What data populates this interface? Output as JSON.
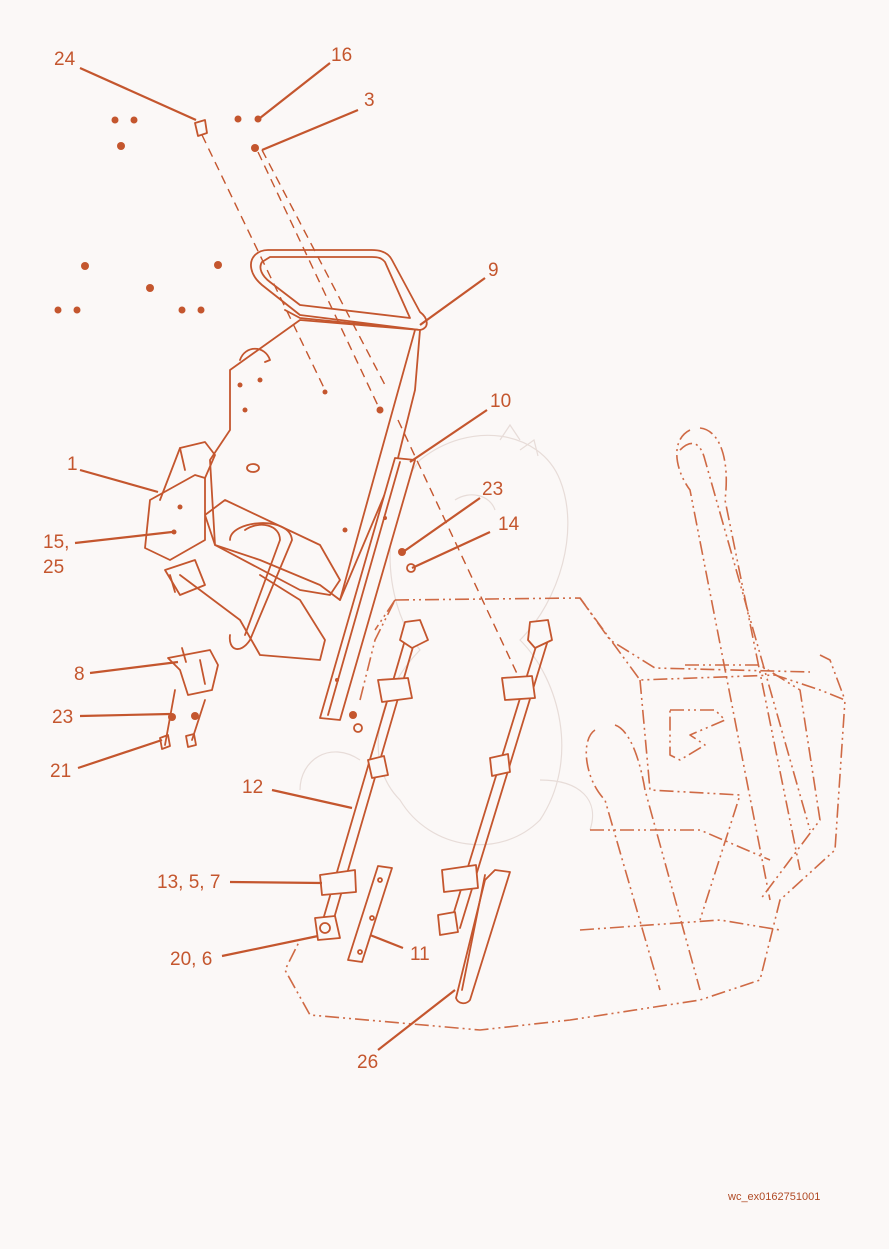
{
  "callouts": [
    {
      "id": "c24",
      "text": "24"
    },
    {
      "id": "c16",
      "text": "16"
    },
    {
      "id": "c3",
      "text": "3"
    },
    {
      "id": "c9",
      "text": "9"
    },
    {
      "id": "c10",
      "text": "10"
    },
    {
      "id": "c1",
      "text": "1"
    },
    {
      "id": "c23a",
      "text": "23"
    },
    {
      "id": "c14",
      "text": "14"
    },
    {
      "id": "c15a",
      "text": "15,"
    },
    {
      "id": "c15b",
      "text": "25"
    },
    {
      "id": "c8",
      "text": "8"
    },
    {
      "id": "c23b",
      "text": "23"
    },
    {
      "id": "c21",
      "text": "21"
    },
    {
      "id": "c12",
      "text": "12"
    },
    {
      "id": "c13",
      "text": "13, 5, 7"
    },
    {
      "id": "c11",
      "text": "11"
    },
    {
      "id": "c20",
      "text": "20, 6"
    },
    {
      "id": "c26",
      "text": "26"
    }
  ],
  "reference_code": "wc_ex0162751001",
  "colors": {
    "line": "#c4562e",
    "background": "#fbf8f7",
    "watermark": "#e7dcd8"
  }
}
